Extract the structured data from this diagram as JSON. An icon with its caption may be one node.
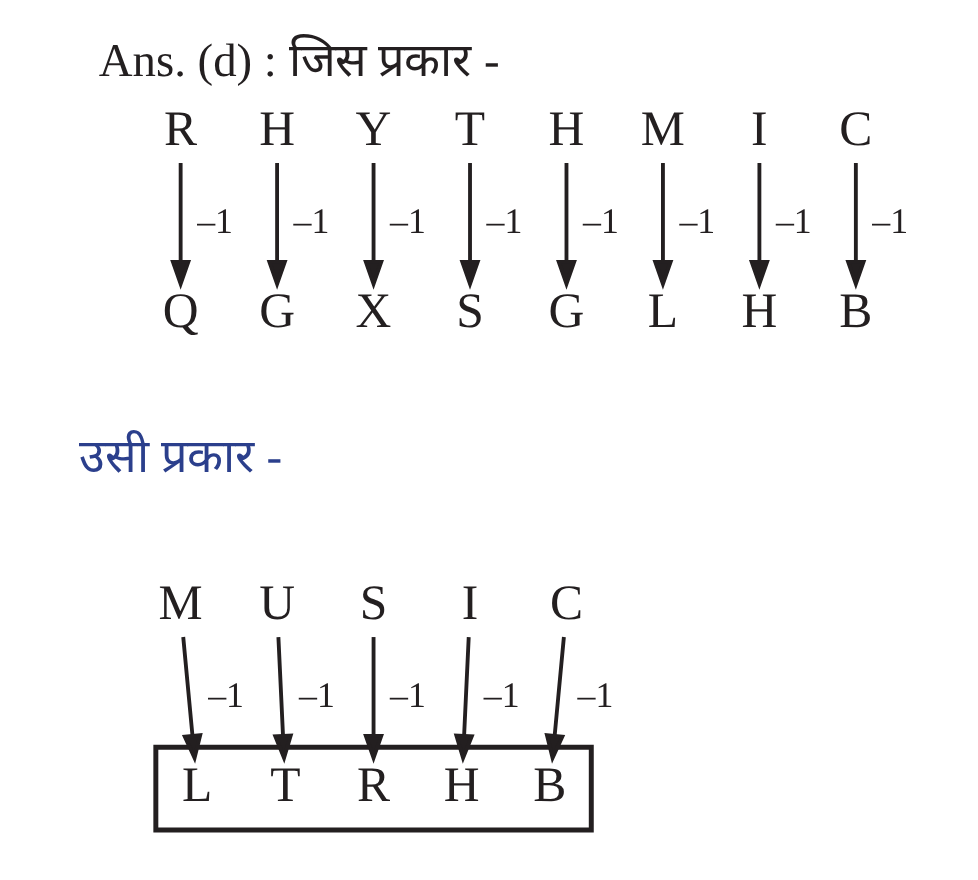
{
  "diagram": {
    "title": "Ans. (d) : जिस प्रकार -",
    "nodes": [
      {
        "text": [
          "R"
        ]
      },
      {
        "text": [
          "H"
        ]
      },
      {
        "text": [
          "Y"
        ]
      },
      {
        "text": [
          "T"
        ]
      },
      {
        "text": [
          "H"
        ]
      },
      {
        "text": [
          "M"
        ]
      },
      {
        "text": [
          "I"
        ]
      },
      {
        "text": [
          "C"
        ]
      },
      {
        "text": [
          "Q"
        ]
      },
      {
        "text": [
          "G"
        ]
      },
      {
        "text": [
          "X"
        ]
      },
      {
        "text": [
          "S"
        ]
      },
      {
        "text": [
          "G"
        ]
      },
      {
        "text": [
          "L"
        ]
      },
      {
        "text": [
          "H"
        ]
      },
      {
        "text": [
          "B"
        ]
      },
      {
        "text": [
          "M"
        ]
      },
      {
        "text": [
          "U"
        ]
      },
      {
        "text": [
          "S"
        ]
      },
      {
        "text": [
          "I"
        ]
      },
      {
        "text": [
          "C"
        ]
      },
      {
        "text": [],
        "shape": "box"
      },
      {
        "text": [
          "L"
        ],
        "in": 21
      },
      {
        "text": [
          "T"
        ],
        "in": 21
      },
      {
        "text": [
          "R"
        ],
        "in": 21
      },
      {
        "text": [
          "H"
        ],
        "in": 21
      },
      {
        "text": [
          "B"
        ],
        "in": 21
      }
    ],
    "edges": [
      {
        "from": 0,
        "to": 8,
        "arrow": "to",
        "label": "–1"
      },
      {
        "from": 1,
        "to": 9,
        "arrow": "to",
        "label": "–1"
      },
      {
        "from": 2,
        "to": 10,
        "arrow": "to",
        "label": "–1"
      },
      {
        "from": 3,
        "to": 11,
        "arrow": "to",
        "label": "–1"
      },
      {
        "from": 4,
        "to": 12,
        "arrow": "to",
        "label": "–1"
      },
      {
        "from": 5,
        "to": 13,
        "arrow": "to",
        "label": "–1"
      },
      {
        "from": 6,
        "to": 14,
        "arrow": "to",
        "label": "–1"
      },
      {
        "from": 7,
        "to": 15,
        "arrow": "to",
        "label": "–1"
      },
      {
        "from": 16,
        "to": 22,
        "arrow": "to",
        "label": "–1"
      },
      {
        "from": 17,
        "to": 23,
        "arrow": "to",
        "label": "–1"
      },
      {
        "from": 18,
        "to": 24,
        "arrow": "to",
        "label": "–1"
      },
      {
        "from": 19,
        "to": 25,
        "arrow": "to",
        "label": "–1"
      },
      {
        "from": 20,
        "to": 26,
        "arrow": "to",
        "label": "–1"
      }
    ],
    "labels": [
      "उसी प्रकार -"
    ]
  }
}
